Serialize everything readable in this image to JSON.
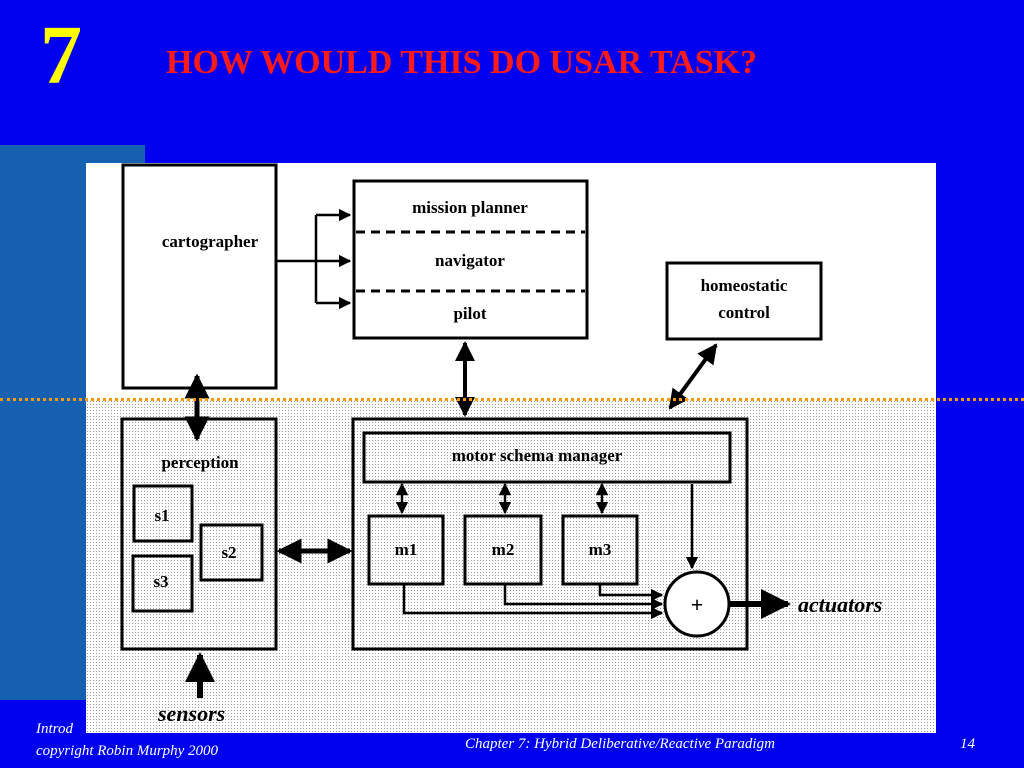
{
  "slide": {
    "chapter_number": "7",
    "title": "HOW WOULD THIS DO USAR TASK?",
    "footer_left_line1": "Introd",
    "footer_left_line2": "copyright Robin Murphy 2000",
    "footer_center": "Chapter 7: Hybrid Deliberative/Reactive Paradigm",
    "page_number": "14"
  },
  "diagram": {
    "cartographer": "cartographer",
    "mission_planner": "mission planner",
    "navigator": "navigator",
    "pilot": "pilot",
    "homeostatic_line1": "homeostatic",
    "homeostatic_line2": "control",
    "perception": "perception",
    "s1": "s1",
    "s2": "s2",
    "s3": "s3",
    "motor_schema_manager": "motor schema manager",
    "m1": "m1",
    "m2": "m2",
    "m3": "m3",
    "sum": "+",
    "actuators": "actuators",
    "sensors": "sensors"
  },
  "colors": {
    "background": "#0000ee",
    "side_bar": "#1560b0",
    "title": "#ff1a1a",
    "chapter_number": "#ffff00",
    "divider_dots": "#ff9900"
  }
}
